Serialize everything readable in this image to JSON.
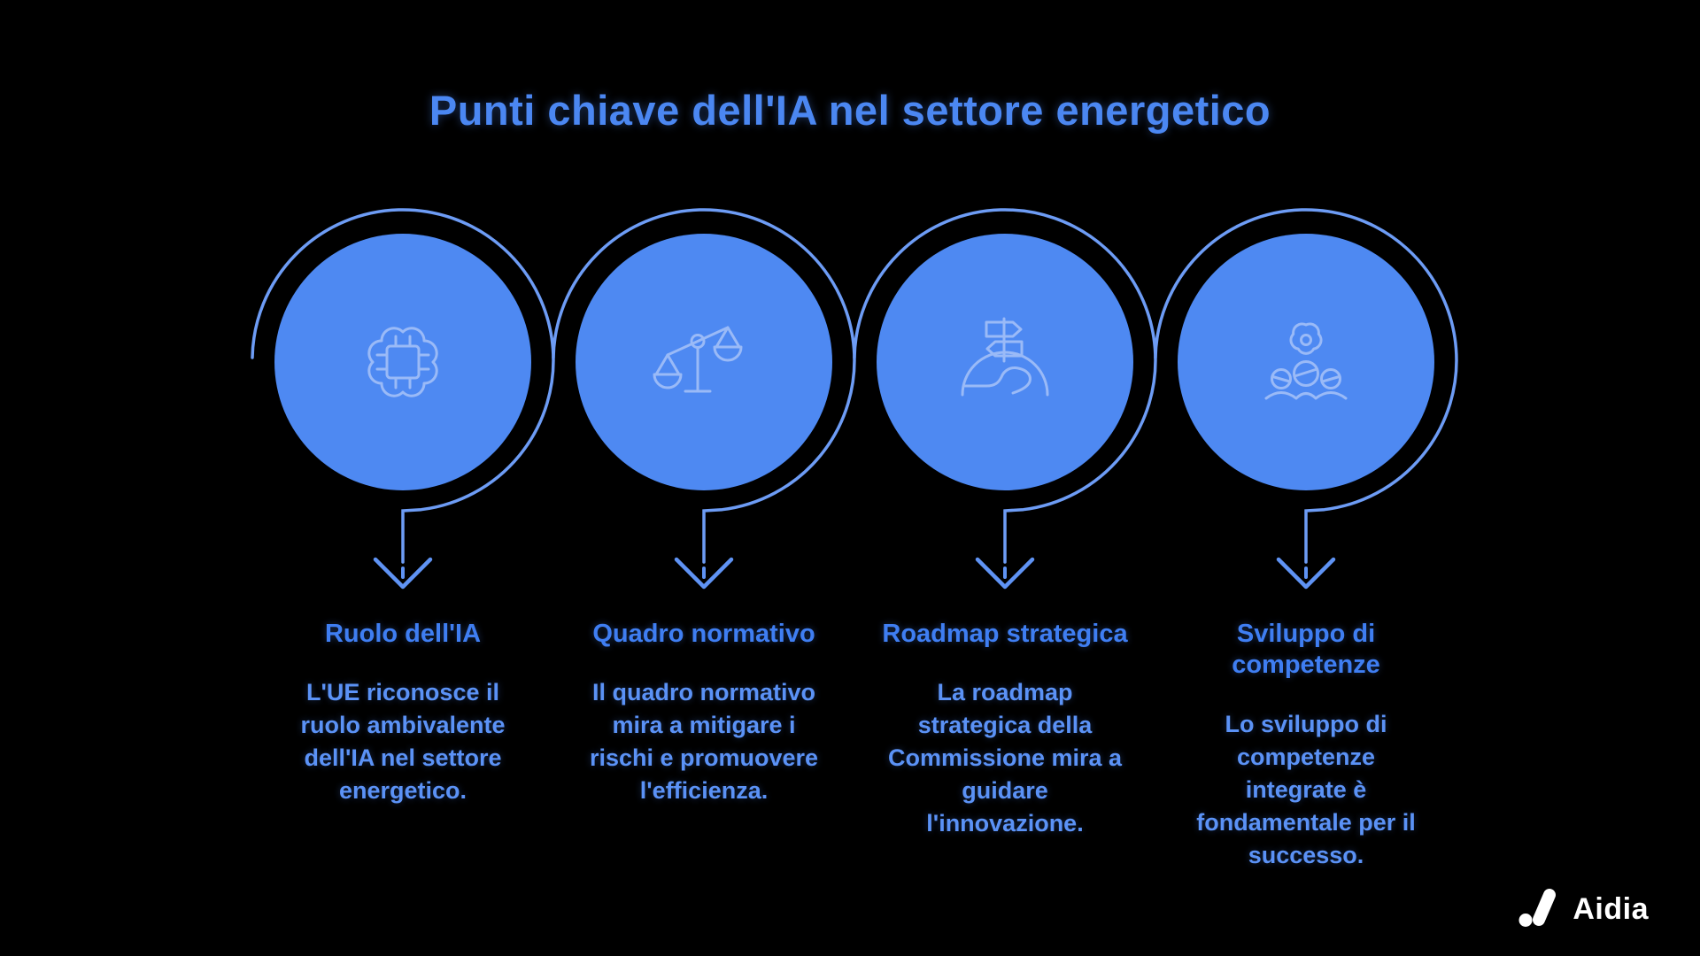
{
  "title": "Punti chiave dell'IA nel settore energetico",
  "cards": [
    {
      "icon": "brain-chip-icon",
      "heading": "Ruolo dell'IA",
      "body": [
        "L'UE riconosce il",
        "ruolo ambivalente",
        "dell'IA nel settore",
        "energetico."
      ]
    },
    {
      "icon": "scales-icon",
      "heading": "Quadro normativo",
      "body": [
        "Il quadro normativo",
        "mira a mitigare i",
        "rischi e promuovere",
        "l'efficienza."
      ]
    },
    {
      "icon": "roadmap-icon",
      "heading": "Roadmap strategica",
      "body": [
        "La roadmap",
        "strategica della",
        "Commissione mira a",
        "guidare",
        "l'innovazione."
      ]
    },
    {
      "icon": "skills-icon",
      "heading": [
        "Sviluppo di",
        "competenze"
      ],
      "body": [
        "Lo sviluppo di",
        "competenze",
        "integrate è",
        "fondamentale per il",
        "successo."
      ]
    }
  ],
  "brand": {
    "name": "Aidia"
  },
  "colors": {
    "background": "#000000",
    "circle_fill": "#4e89f2",
    "ring_stroke": "#6d9cf5",
    "icon_stroke": "#9fbdf8",
    "title_text": "#4b87f2",
    "heading_text": "#3f7ef2",
    "body_text": "#5b92f6",
    "logo_text": "#ffffff"
  }
}
